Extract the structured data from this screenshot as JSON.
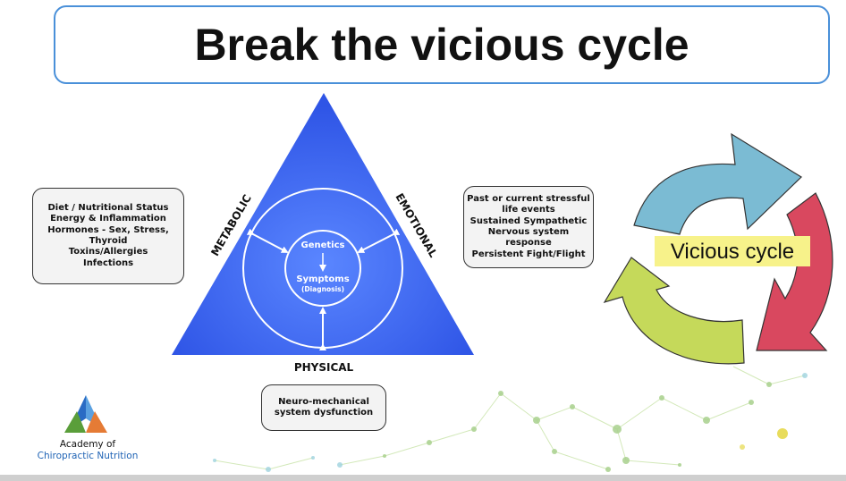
{
  "title": "Break the vicious cycle",
  "triangle": {
    "side_left": "METABOLIC",
    "side_right": "EMOTIONAL",
    "side_bottom": "PHYSICAL",
    "center_top": "Genetics",
    "center_main": "Symptoms",
    "center_sub": "(Diagnosis)"
  },
  "left_box": {
    "lines": [
      "Diet / Nutritional Status",
      "Energy & Inflammation",
      "Hormones - Sex, Stress,",
      "Thyroid",
      "Toxins/Allergies",
      "Infections"
    ]
  },
  "right_box": {
    "lines": [
      "Past or current stressful",
      "life events",
      "Sustained Sympathetic",
      "Nervous system",
      "response",
      "Persistent Fight/Flight"
    ]
  },
  "bottom_box": {
    "lines": [
      "Neuro-mechanical",
      "system dysfunction"
    ]
  },
  "cycle": {
    "label": "Vicious cycle"
  },
  "logo": {
    "line1": "Academy of",
    "line2": "Chiropractic Nutrition"
  },
  "colors": {
    "triangle": "#3a63f0",
    "title_border": "#4a90d9",
    "arrow_blue": "#7bbbd3",
    "arrow_red": "#d9485f",
    "arrow_green": "#c5d95a",
    "highlight": "#f7f28a",
    "logo_blue": "#1f63b5"
  }
}
